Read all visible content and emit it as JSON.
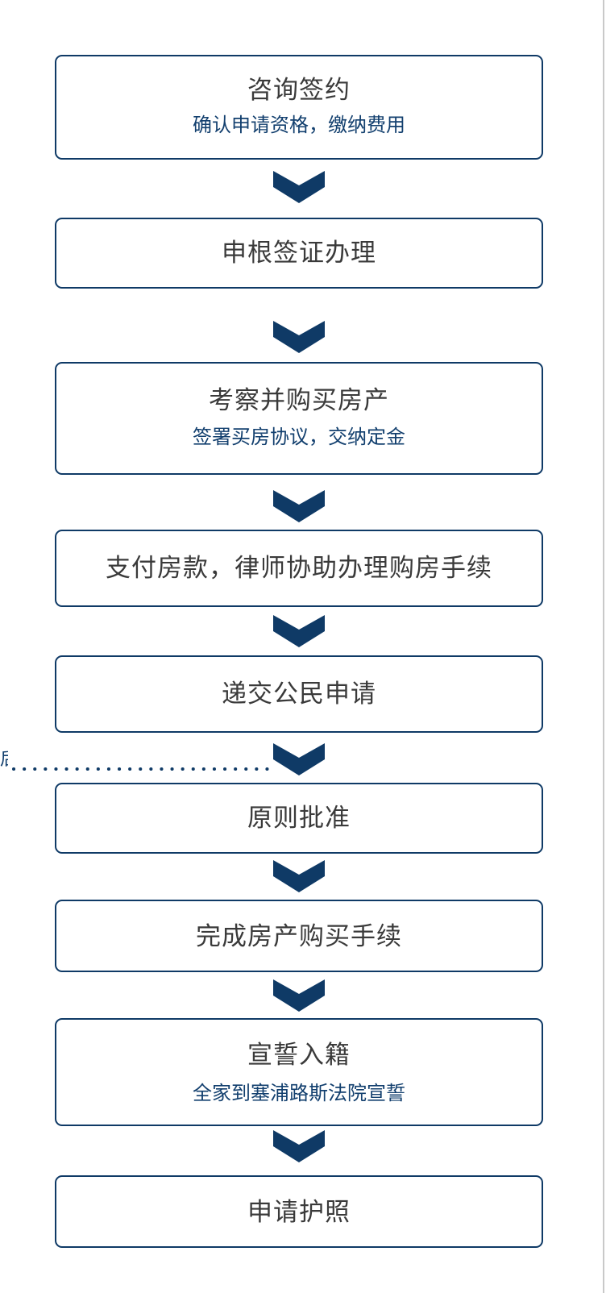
{
  "colors": {
    "border": "#0f3a66",
    "arrow": "#0f3a66",
    "title_text": "#3a3a3a",
    "subtitle_text": "#123f6e"
  },
  "side_note": {
    "visible_fragment": "后"
  },
  "steps": [
    {
      "title": "咨询签约",
      "subtitle": "确认申请资格，缴纳费用"
    },
    {
      "title": "申根签证办理",
      "subtitle": ""
    },
    {
      "title": "考察并购买房产",
      "subtitle": "签署买房协议，交纳定金"
    },
    {
      "title": "支付房款，律师协助办理购房手续",
      "subtitle": ""
    },
    {
      "title": "递交公民申请",
      "subtitle": ""
    },
    {
      "title": "原则批准",
      "subtitle": ""
    },
    {
      "title": "完成房产购买手续",
      "subtitle": ""
    },
    {
      "title": "宣誓入籍",
      "subtitle": "全家到塞浦路斯法院宣誓"
    },
    {
      "title": "申请护照",
      "subtitle": ""
    }
  ]
}
